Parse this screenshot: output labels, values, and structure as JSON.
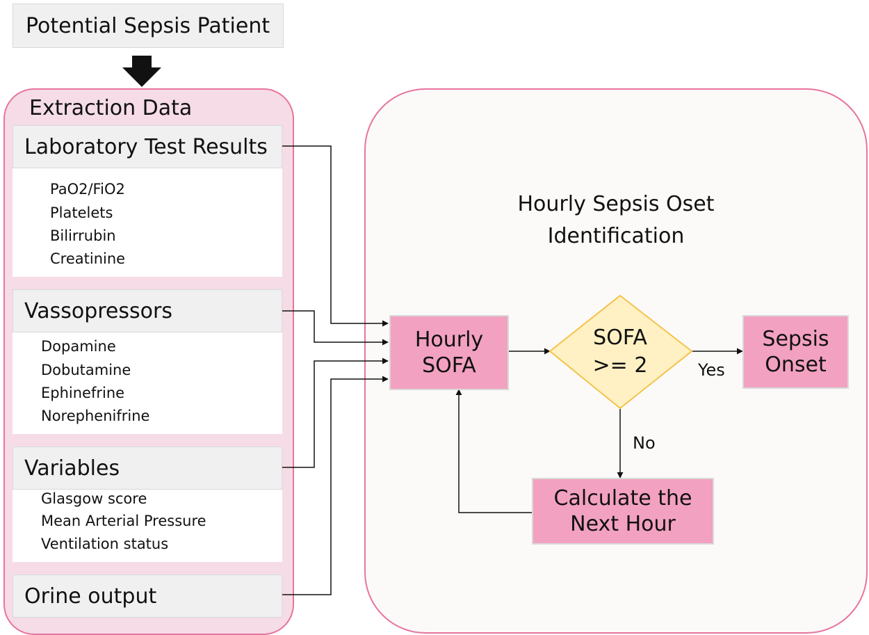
{
  "start": {
    "label": "Potential Sepsis Patient"
  },
  "extraction": {
    "title": "Extraction Data",
    "lab": {
      "label": "Laboratory Test Results",
      "items": [
        "PaO2/FiO2",
        "Platelets",
        "Bilirrubin",
        "Creatinine"
      ]
    },
    "vaso": {
      "label": "Vassopressors",
      "items": [
        "Dopamine",
        "Dobutamine",
        "Ephinefrine",
        "Norephenifrine"
      ]
    },
    "vars": {
      "label": "Variables",
      "items": [
        "Glasgow score",
        "Mean Arterial Pressure",
        "Ventilation status"
      ]
    },
    "urine": {
      "label": "Orine output"
    }
  },
  "identification": {
    "title_line1": "Hourly Sepsis Oset",
    "title_line2": "Identification",
    "hourly_line1": "Hourly",
    "hourly_line2": "SOFA",
    "decision_line1": "SOFA",
    "decision_line2": ">= 2",
    "yes": "Yes",
    "no": "No",
    "onset_line1": "Sepsis",
    "onset_line2": "Onset",
    "next_line1": "Calculate the",
    "next_line2": "Next Hour"
  },
  "colors": {
    "pink_node": "#f3a1c0",
    "panel_border": "#e8739e",
    "left_panel_fill": "#f5dce7",
    "right_panel_fill": "#fbfaf8",
    "decision_fill": "#fff1c4",
    "decision_border": "#f5c24a"
  }
}
